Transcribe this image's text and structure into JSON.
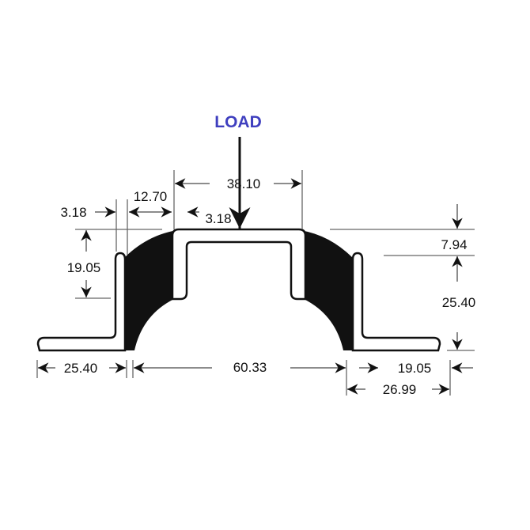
{
  "load": {
    "label": "LOAD",
    "color": "#3f3fbf"
  },
  "dimensions": {
    "top_width": "38.10",
    "shoulder_width": "12.70",
    "outer_wall_thickness": "3.18",
    "inner_wall_thickness": "3.18",
    "upper_height": "19.05",
    "top_offset": "7.94",
    "wall_height": "25.40",
    "left_flange": "25.40",
    "base_width": "60.33",
    "right_flange": "19.05",
    "right_flange_total": "26.99"
  },
  "colors": {
    "rubber": "#111111",
    "metal": "#ffffff",
    "dimension_line": "#666666"
  }
}
